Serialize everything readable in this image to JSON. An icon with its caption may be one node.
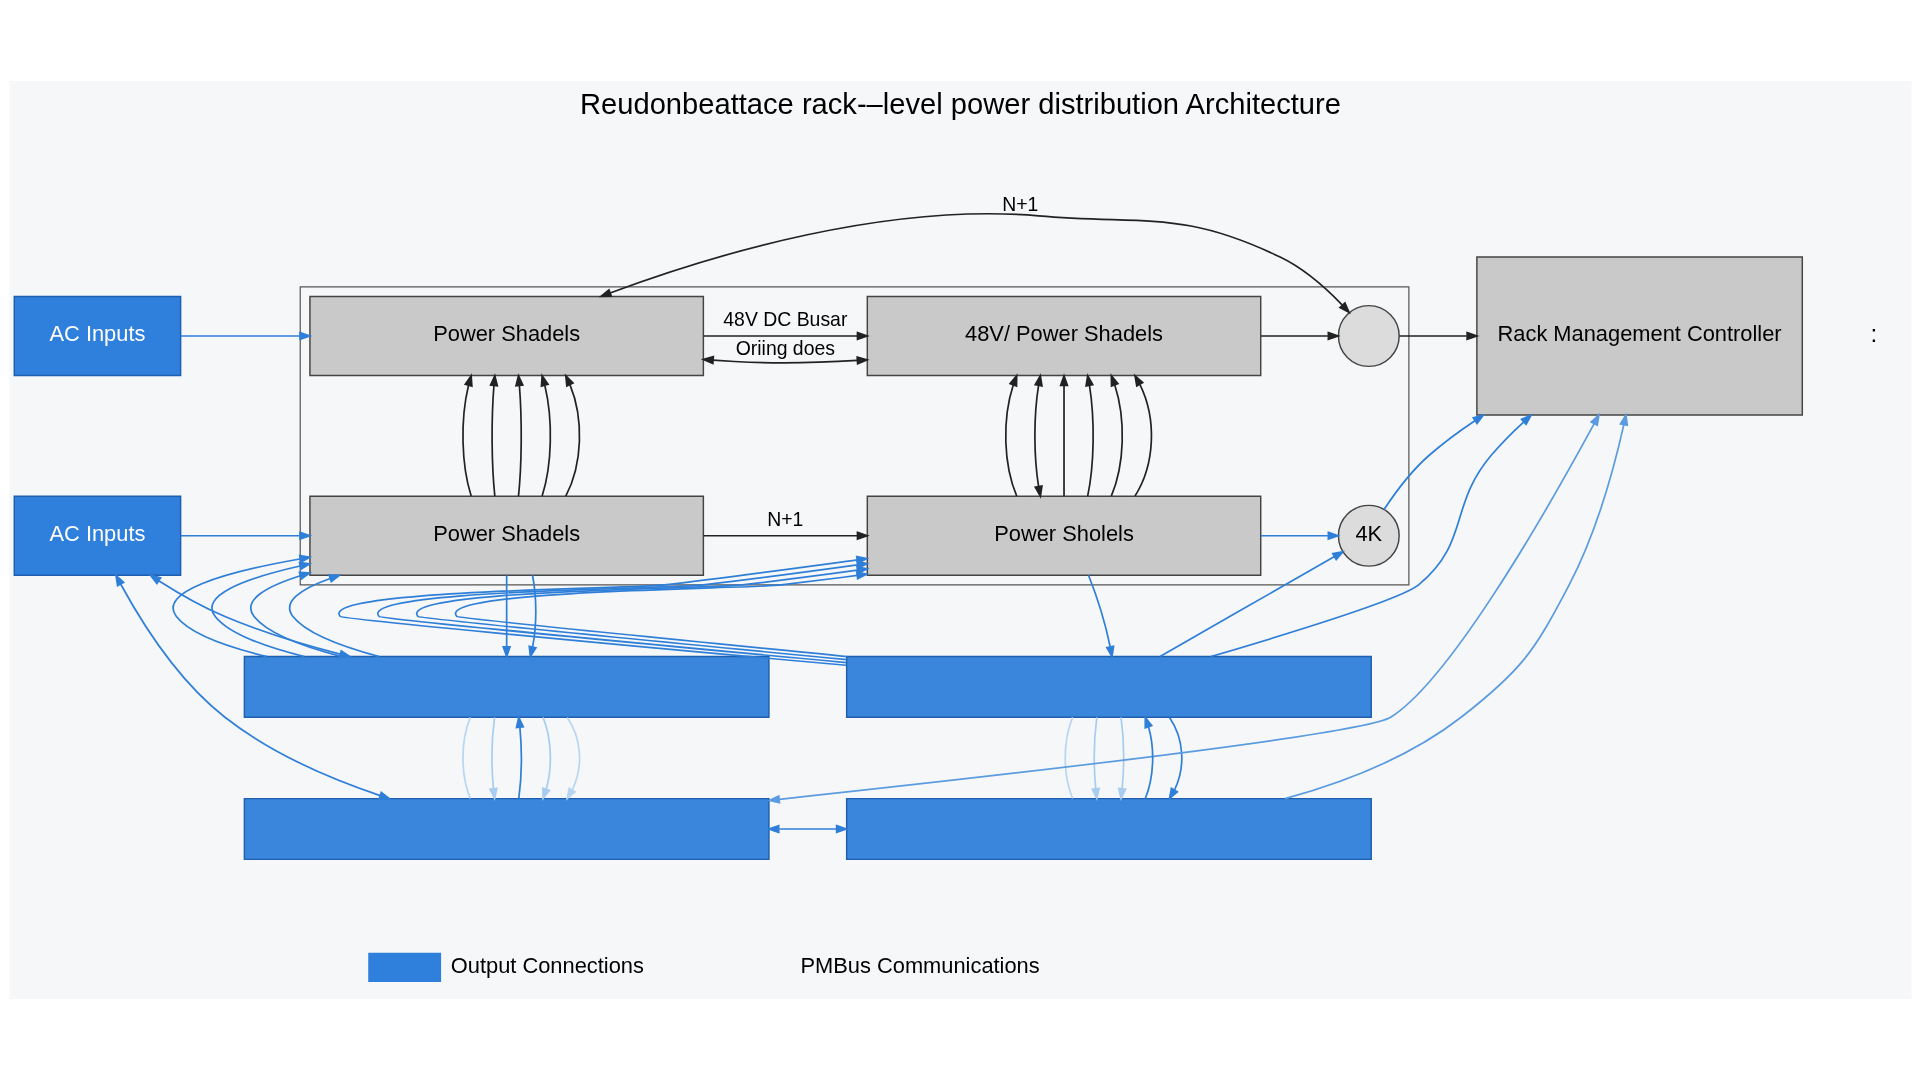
{
  "diagram": {
    "title": "Reudonbeattace rack-–level power distribution Architecture",
    "nodes": [
      {
        "text": [],
        "shape": "box"
      },
      {
        "text": [
          "AC Inputs"
        ]
      },
      {
        "text": [
          "AC Inputs"
        ]
      },
      {
        "text": [
          "Power Shadels"
        ],
        "in": 0
      },
      {
        "text": [
          "48V/ Power Shadels"
        ],
        "in": 0
      },
      {
        "text": [],
        "shape": "circle",
        "in": 0
      },
      {
        "text": [
          "Power Shadels"
        ],
        "in": 0
      },
      {
        "text": [
          "Power Sholels"
        ],
        "in": 0
      },
      {
        "text": [
          "4K"
        ],
        "in": 0
      },
      {
        "text": [
          "Rack Management Controller"
        ]
      },
      {
        "text": [],
        "shape": "bar"
      },
      {
        "text": [],
        "shape": "bar"
      },
      {
        "text": [],
        "shape": "bar"
      },
      {
        "text": [],
        "shape": "bar"
      }
    ],
    "edges": [
      {
        "from": 1,
        "to": 3,
        "arrow": "to"
      },
      {
        "from": 2,
        "to": 6,
        "arrow": "to"
      },
      {
        "from": 3,
        "to": 5,
        "arrow": "both",
        "label": "N+1",
        "color": "#222222"
      },
      {
        "from": 3,
        "to": 4,
        "arrow": "both",
        "label": "Oriing does",
        "color": "#222222"
      },
      {
        "from": 3,
        "to": 4,
        "arrow": "to",
        "label": "48V DC Busar",
        "color": "#222222"
      },
      {
        "from": 4,
        "to": 5,
        "arrow": "to",
        "color": "#222222"
      },
      {
        "from": 5,
        "to": 9,
        "arrow": "to",
        "color": "#222222"
      },
      {
        "from": 6,
        "to": 7,
        "arrow": "to",
        "label": "N+1",
        "color": "#222222"
      },
      {
        "from": 7,
        "to": 8,
        "arrow": "to"
      },
      {
        "from": 8,
        "to": 9,
        "arrow": "to"
      },
      {
        "from": 6,
        "to": 3,
        "arrow": "to",
        "color": "#222222"
      },
      {
        "from": 6,
        "to": 3,
        "arrow": "to",
        "color": "#222222"
      },
      {
        "from": 6,
        "to": 3,
        "arrow": "to",
        "color": "#222222"
      },
      {
        "from": 6,
        "to": 3,
        "arrow": "to",
        "color": "#222222"
      },
      {
        "from": 6,
        "to": 3,
        "arrow": "to",
        "color": "#222222"
      },
      {
        "from": 7,
        "to": 4,
        "arrow": "to",
        "color": "#222222"
      },
      {
        "from": 7,
        "to": 4,
        "arrow": "both",
        "color": "#222222"
      },
      {
        "from": 7,
        "to": 4,
        "arrow": "to",
        "color": "#222222"
      },
      {
        "from": 7,
        "to": 4,
        "arrow": "to",
        "color": "#222222"
      },
      {
        "from": 7,
        "to": 4,
        "arrow": "to",
        "color": "#222222"
      },
      {
        "from": 7,
        "to": 4,
        "arrow": "to",
        "color": "#222222"
      },
      {
        "from": 10,
        "to": 6,
        "arrow": "to"
      },
      {
        "from": 6,
        "to": 10,
        "arrow": "to"
      },
      {
        "from": 10,
        "to": 6,
        "arrow": "to"
      },
      {
        "from": 10,
        "to": 6,
        "arrow": "to"
      },
      {
        "from": 6,
        "to": 10,
        "arrow": "to"
      },
      {
        "from": 10,
        "to": 6,
        "arrow": "to"
      },
      {
        "from": 11,
        "to": 7,
        "arrow": "to"
      },
      {
        "from": 11,
        "to": 7,
        "arrow": "to"
      },
      {
        "from": 11,
        "to": 7,
        "arrow": "to"
      },
      {
        "from": 7,
        "to": 11,
        "arrow": "to"
      },
      {
        "from": 11,
        "to": 7,
        "arrow": "to"
      },
      {
        "from": 11,
        "to": 8,
        "arrow": "to"
      },
      {
        "from": 2,
        "to": 10,
        "arrow": "both"
      },
      {
        "from": 2,
        "to": 12,
        "arrow": "both"
      },
      {
        "from": 10,
        "to": 12,
        "arrow": "none",
        "color": "#b8d6f2"
      },
      {
        "from": 10,
        "to": 12,
        "arrow": "to",
        "color": "#a8cdf0"
      },
      {
        "from": 12,
        "to": 10,
        "arrow": "to"
      },
      {
        "from": 10,
        "to": 12,
        "arrow": "to",
        "color": "#a8cdf0"
      },
      {
        "from": 10,
        "to": 12,
        "arrow": "to",
        "color": "#b8d6f2"
      },
      {
        "from": 11,
        "to": 13,
        "arrow": "none",
        "color": "#b8d6f2"
      },
      {
        "from": 11,
        "to": 13,
        "arrow": "to",
        "color": "#a8cdf0"
      },
      {
        "from": 11,
        "to": 13,
        "arrow": "to",
        "color": "#a8cdf0"
      },
      {
        "from": 13,
        "to": 11,
        "arrow": "to"
      },
      {
        "from": 11,
        "to": 13,
        "arrow": "to"
      },
      {
        "from": 12,
        "to": 13,
        "arrow": "both"
      },
      {
        "from": 12,
        "to": 9,
        "arrow": "both",
        "color": "#5b9be0"
      },
      {
        "from": 11,
        "to": 9,
        "arrow": "to"
      },
      {
        "from": 13,
        "to": 9,
        "arrow": "to",
        "color": "#5b9be0"
      }
    ],
    "labels": [
      ":"
    ],
    "legend": [
      {
        "text": "Output Connections",
        "color": "#2f7fdc"
      },
      {
        "text": "PMBus Communications"
      }
    ]
  }
}
